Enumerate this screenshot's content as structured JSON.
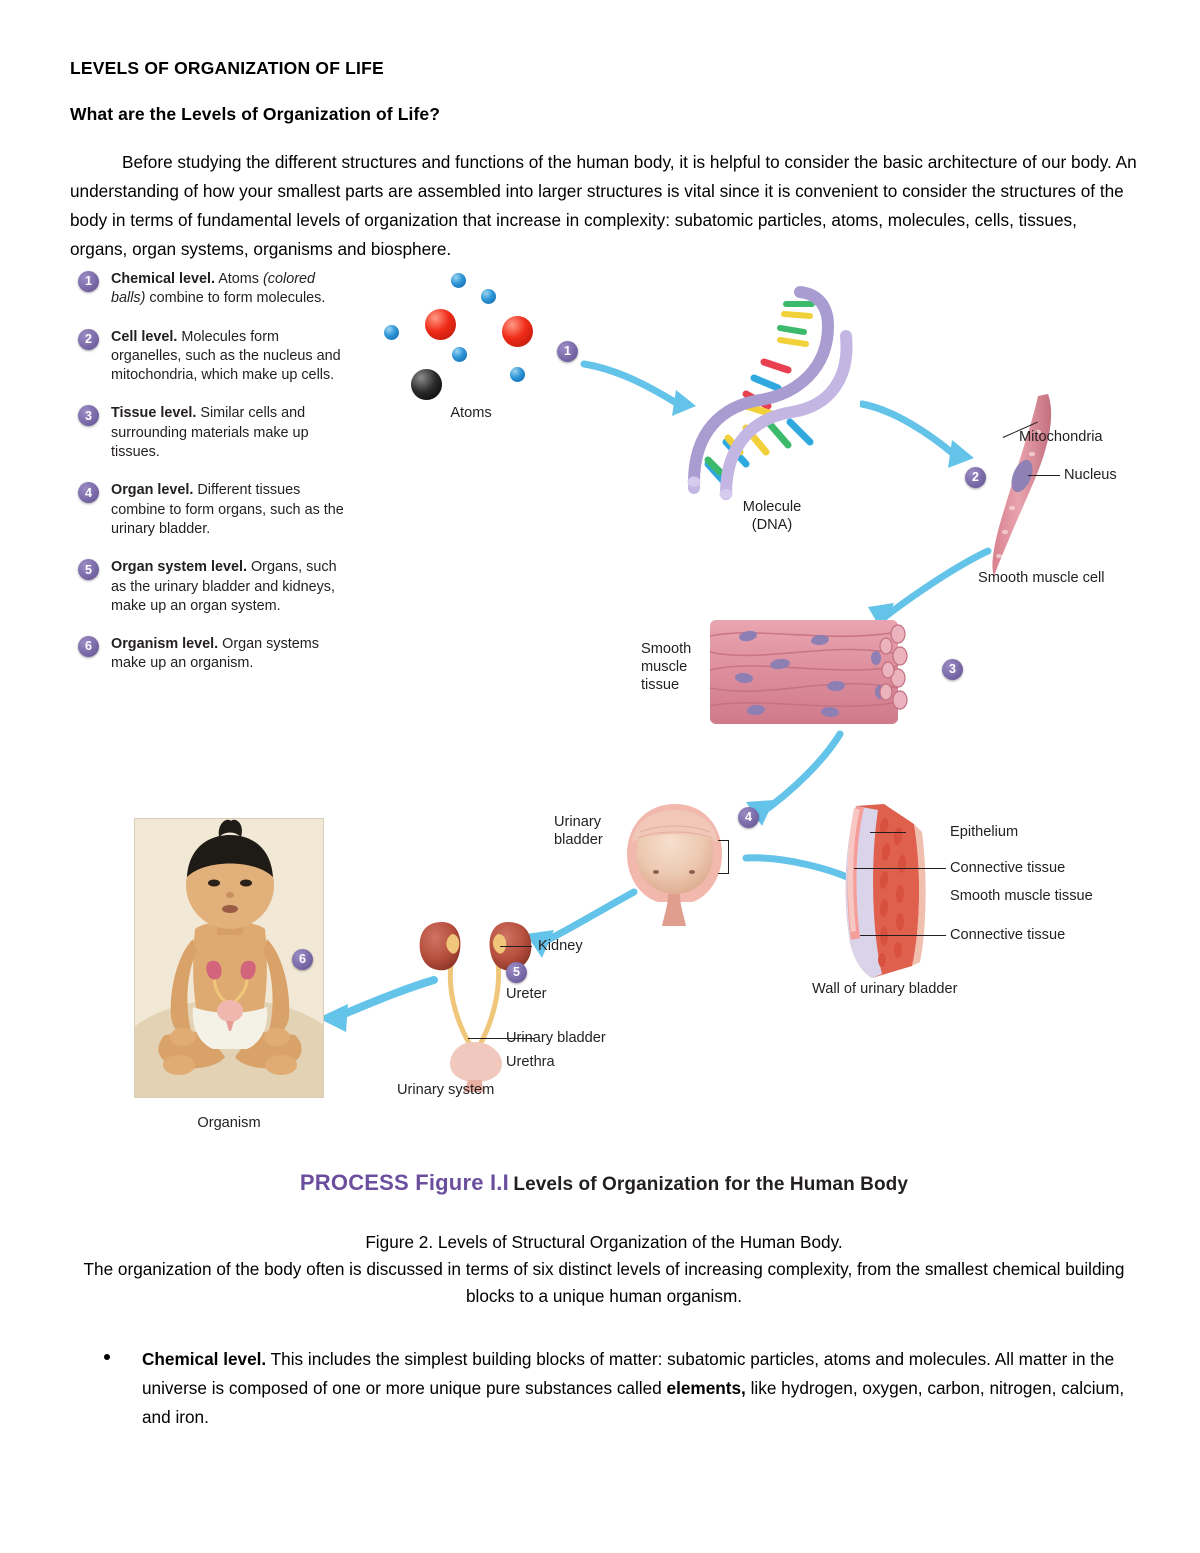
{
  "document": {
    "title": "LEVELS OF ORGANIZATION OF LIFE",
    "subtitle": "What are the Levels of Organization of Life?",
    "intro_paragraph": "Before studying the different structures and functions of the human body, it is helpful to consider the basic architecture of our body. An understanding of how your smallest parts are assembled into larger structures is vital since it is convenient to consider the structures of the body in terms of fundamental levels of organization that increase in complexity: subatomic particles, atoms, molecules, cells, tissues, organs, organ systems, organisms and biosphere."
  },
  "figure": {
    "legend": [
      {
        "number": "1",
        "term": "Chemical level.",
        "italic": "(colored balls)",
        "text_before_italic": " Atoms ",
        "text_after_italic": " combine to form molecules."
      },
      {
        "number": "2",
        "term": "Cell level.",
        "text": " Molecules form organelles, such as the nucleus and mitochondria, which make up cells."
      },
      {
        "number": "3",
        "term": "Tissue level.",
        "text": " Similar cells and surrounding materials make up tissues."
      },
      {
        "number": "4",
        "term": "Organ level.",
        "text": " Different tissues combine to form organs, such as the urinary bladder."
      },
      {
        "number": "5",
        "term": "Organ system level.",
        "text": " Organs, such as the urinary bladder and kidneys, make up an organ system."
      },
      {
        "number": "6",
        "term": "Organism level.",
        "text": " Organ systems make up an organism."
      }
    ],
    "badges": {
      "step1": "1",
      "step2": "2",
      "step3": "3",
      "step4": "4",
      "step5": "5",
      "step6": "6"
    },
    "labels": {
      "atoms": "Atoms",
      "molecule": "Molecule\n(DNA)",
      "mitochondria": "Mitochondria",
      "nucleus": "Nucleus",
      "smooth_muscle_cell": "Smooth muscle cell",
      "smooth_muscle_tissue_left": "Smooth\nmuscle\ntissue",
      "urinary_bladder_organ": "Urinary\nbladder",
      "epithelium": "Epithelium",
      "connective_tissue_1": "Connective tissue",
      "smooth_muscle_tissue_wall": "Smooth muscle tissue",
      "connective_tissue_2": "Connective tissue",
      "wall_of_urinary_bladder": "Wall of urinary bladder",
      "kidney": "Kidney",
      "ureter": "Ureter",
      "urinary_bladder_system": "Urinary bladder",
      "urethra": "Urethra",
      "urinary_system": "Urinary system",
      "organism": "Organism"
    },
    "process_caption": {
      "prefix": "PROCESS Figure I.I",
      "title": "Levels of Organization for the Human Body"
    },
    "colors": {
      "badge_purple": "#7a6aa8",
      "arrow_blue": "#63c3e8",
      "process_purple": "#6b4f9e",
      "atom_blue": "#2e95d6",
      "atom_red": "#ef2b18",
      "atom_black": "#2a2a2a",
      "dna_backbone": "#b3a5d6",
      "tissue_pink": "#e08f9c",
      "kidney_red": "#b8503f"
    }
  },
  "figure_caption": {
    "line1": "Figure 2. Levels of Structural Organization of the Human Body.",
    "line2": "The organization of the body often is discussed in terms of six distinct levels of increasing complexity, from the smallest chemical building blocks to a unique human organism."
  },
  "bullets": [
    {
      "term": "Chemical level.",
      "text1": " This includes the simplest building blocks of matter: subatomic particles, atoms and molecules. All matter in the universe is composed of one or more unique pure substances called ",
      "bold2": "elements,",
      "text2": " like hydrogen, oxygen, carbon, nitrogen, calcium, and iron."
    }
  ]
}
